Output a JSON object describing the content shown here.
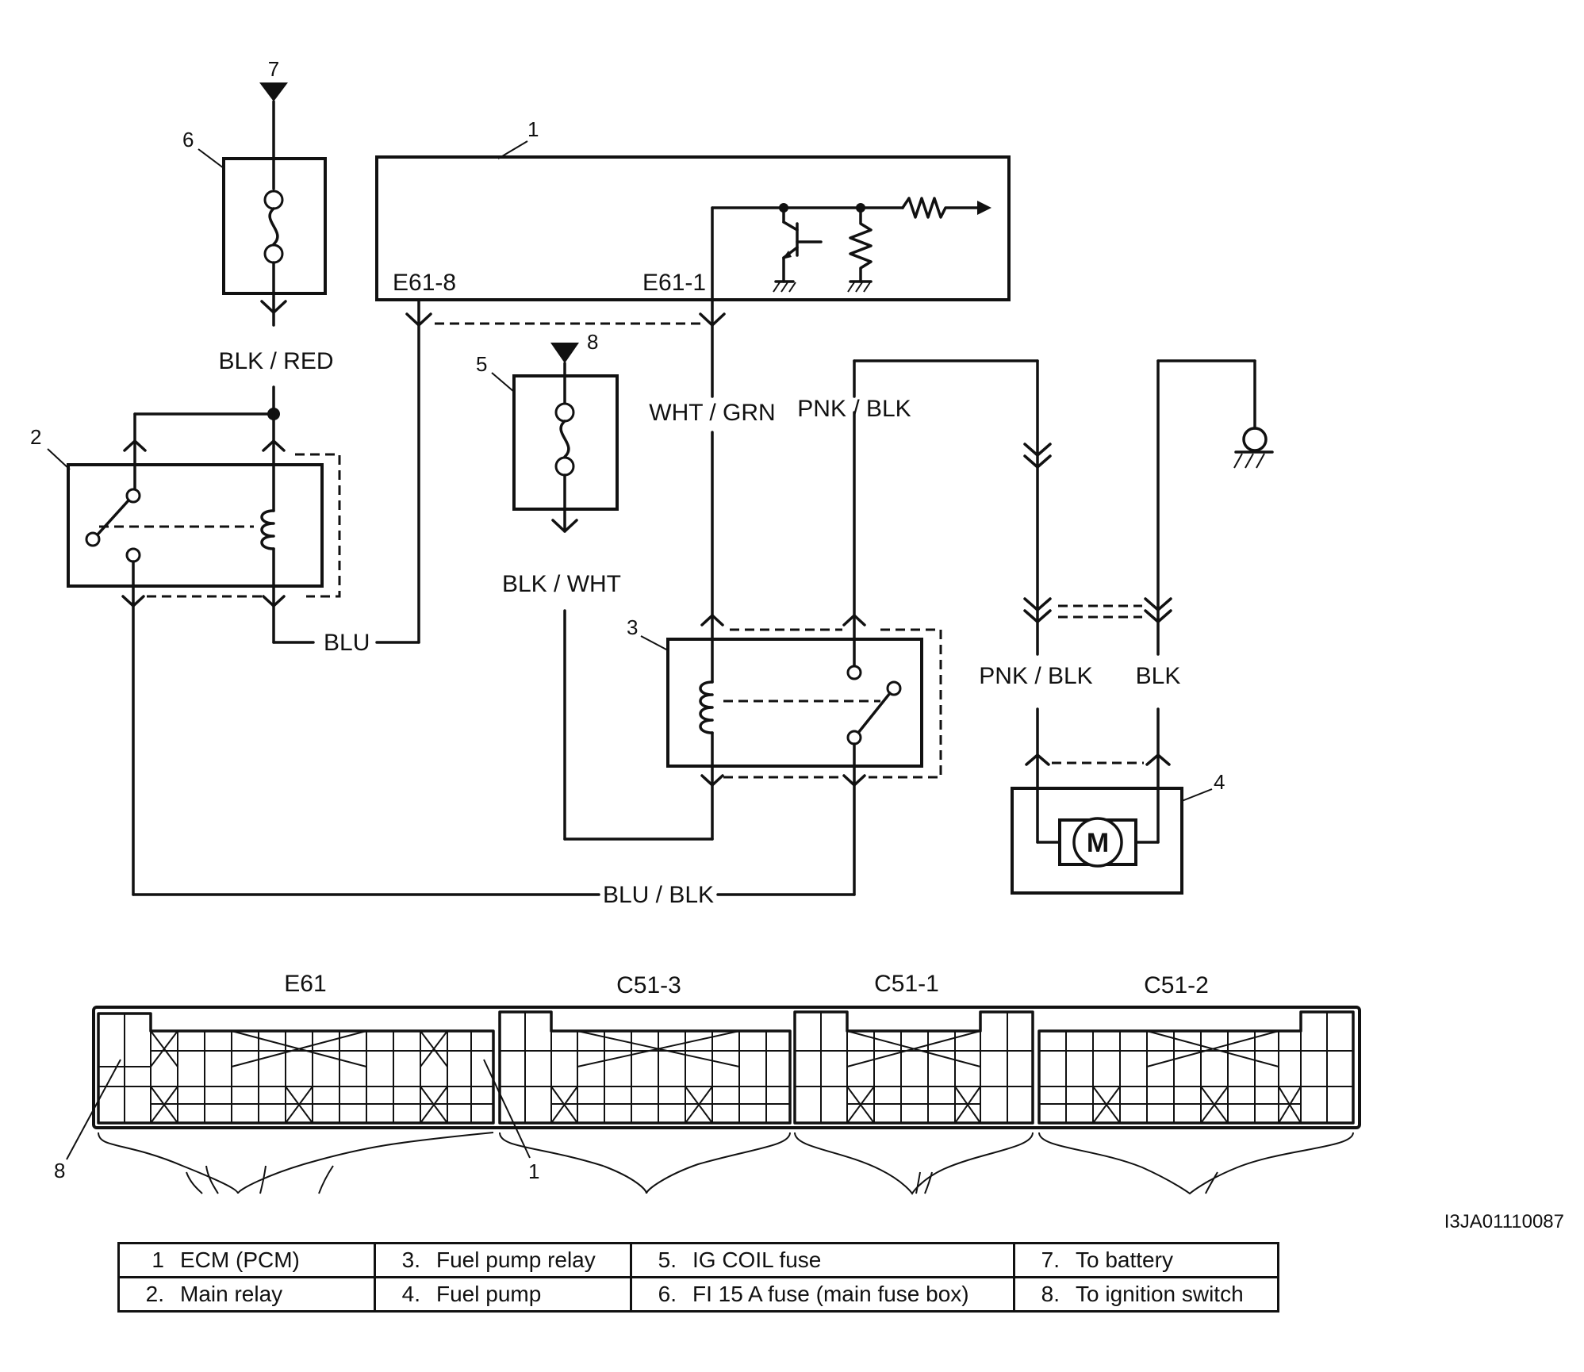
{
  "callouts": {
    "ecm": "1",
    "main_relay": "2",
    "fuel_pump_relay": "3",
    "fuel_pump": "4",
    "ig_coil_fuse": "5",
    "fi_fuse": "6",
    "to_battery": "7",
    "to_ignition_switch": "8"
  },
  "terminals": {
    "e61_8": "E61-8",
    "e61_1": "E61-1"
  },
  "wires": {
    "blk_red": "BLK / RED",
    "blu": "BLU",
    "blk_wht": "BLK / WHT",
    "wht_grn": "WHT / GRN",
    "pnk_blk_top": "PNK / BLK",
    "pnk_blk_bottom": "PNK / BLK",
    "blk": "BLK",
    "blu_blk": "BLU / BLK"
  },
  "motor_symbol": "M",
  "connectors": {
    "e61": "E61",
    "c51_3": "C51-3",
    "c51_1": "C51-1",
    "c51_2": "C51-2",
    "pin_8": "8",
    "pin_1": "1"
  },
  "figure_code": "I3JA01110087",
  "legend": [
    [
      {
        "idx": "1",
        "text": "ECM (PCM)"
      },
      {
        "idx": "3.",
        "text": "Fuel pump relay"
      },
      {
        "idx": "5.",
        "text": "IG COIL fuse"
      },
      {
        "idx": "7.",
        "text": "To battery"
      }
    ],
    [
      {
        "idx": "2.",
        "text": "Main relay"
      },
      {
        "idx": "4.",
        "text": "Fuel pump"
      },
      {
        "idx": "6.",
        "text": "FI 15 A fuse (main fuse box)"
      },
      {
        "idx": "8.",
        "text": "To ignition switch"
      }
    ]
  ]
}
